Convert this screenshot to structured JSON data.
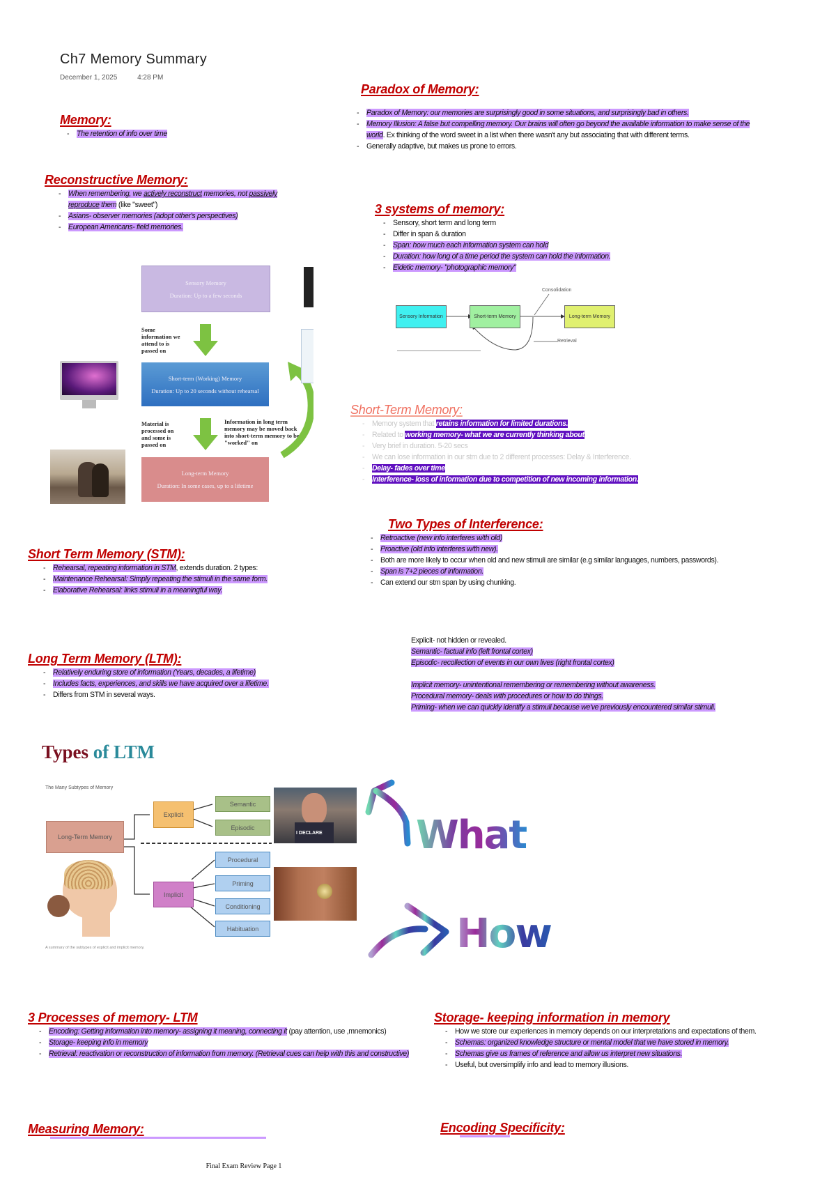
{
  "page": {
    "title": "Ch7 Memory Summary",
    "date": "December 1, 2025",
    "time": "4:28 PM",
    "footer": "Final Exam Review Page 1"
  },
  "highlight_colors": {
    "light": "#cc99ff",
    "dark": "#6010c0",
    "heading": "#c00000"
  },
  "sections": {
    "memory": {
      "heading": "Memory:",
      "items": [
        [
          [
            "The retention of info over time",
            "hl"
          ]
        ]
      ]
    },
    "reconstructive": {
      "heading": "Reconstructive Memory:",
      "items": [
        [
          [
            "When remembering, we ",
            "hl"
          ],
          [
            "actively reconstruct",
            "hlu"
          ],
          [
            " memories, not ",
            "hl"
          ],
          [
            "passively reproduce",
            "hlu"
          ],
          [
            " them",
            "hl"
          ],
          [
            " (like \"sweet\")",
            "plain"
          ]
        ],
        [
          [
            "Asians- observer memories (adopt other's perspectives)",
            "hl"
          ]
        ],
        [
          [
            "European Americans- field memories.",
            "hl"
          ]
        ]
      ]
    },
    "paradox": {
      "heading": "Paradox of Memory:",
      "items": [
        [
          [
            "Paradox of Memory: our memories are surprisingly good in some situations, and surprisingly bad in others.",
            "hl"
          ]
        ],
        [
          [
            "Memory Illusion: A false but compelling memory. Our brains will often go beyond the available information to make sense of the world",
            "hl"
          ],
          [
            ". Ex thinking of the word sweet in a list when there wasn't any but associating that with different terms.",
            "plain"
          ]
        ],
        [
          [
            "Generally adaptive, but makes us prone to errors.",
            "plain"
          ]
        ]
      ]
    },
    "systems": {
      "heading": "3 systems of memory:",
      "items": [
        [
          [
            "Sensory, short term and long term",
            "plain"
          ]
        ],
        [
          [
            "Differ in span & duration",
            "plain"
          ]
        ],
        [
          [
            "Span: how much each information system can hold",
            "hl"
          ]
        ],
        [
          [
            "Duration: how long of a time period the system can hold the information.",
            "hl"
          ]
        ],
        [
          [
            "Eidetic memory- \"photographic memory\"",
            "hl"
          ]
        ]
      ]
    },
    "stm_faded": {
      "heading": "Short-Term Memory:",
      "items": [
        [
          [
            "Memory system that ",
            "faded"
          ],
          [
            "retains information for limited durations.",
            "dark"
          ]
        ],
        [
          [
            "Related to ",
            "faded"
          ],
          [
            "working memory- what we are currently thinking about",
            "dark"
          ]
        ],
        [
          [
            "Very brief in duration. 5-20 secs",
            "faded"
          ]
        ],
        [
          [
            "We can lose information in our stm due to 2 different processes: Delay & Interference.",
            "faded"
          ]
        ],
        [
          [
            "Delay- fades over time",
            "dark"
          ]
        ],
        [
          [
            "Interference- loss of information due to competition of new incoming information.",
            "dark"
          ]
        ]
      ]
    },
    "interference": {
      "heading": "Two Types of Interference:",
      "items": [
        [
          [
            "Retroactive (new info interferes w/th old)",
            "hl"
          ]
        ],
        [
          [
            " Proactive (old info  interferes w/th new).",
            "hl"
          ]
        ],
        [
          [
            "Both are more likely to occur when old and new stimuli are similar (e.g similar languages, numbers, passwords).",
            "plain"
          ]
        ],
        [
          [
            "Span is 7+2 pieces of information.",
            "hl"
          ]
        ],
        [
          [
            "Can extend our stm span by using chunking.",
            "plain"
          ]
        ]
      ]
    },
    "explicit": {
      "heading": "",
      "items": [
        [
          [
            "Explicit- not hidden or revealed.",
            "plain"
          ]
        ],
        [
          [
            "Semantic- factual info (left frontal cortex)",
            "hl"
          ]
        ],
        [
          [
            "Episodic- recollection of events in our own lives (right frontal cortex)",
            "hl"
          ]
        ],
        [
          [
            "Implicit memory- unintentional remembering or remembering without awareness.",
            "hl"
          ]
        ],
        [
          [
            "Procedural memory- deals with procedures or how to do things.",
            "hl"
          ]
        ],
        [
          [
            "Priming- when we can quickly identify a stimuli because we've previously encountered similar stimuli.",
            "hl"
          ]
        ]
      ]
    },
    "stm": {
      "heading": "Short Term Memory (STM):",
      "items": [
        [
          [
            "Rehearsal, repeating information in STM",
            "hl"
          ],
          [
            ", extends duration. 2 types:",
            "plain"
          ]
        ],
        [
          [
            "Maintenance Rehearsal: Simply repeating the stimuli in the same form.",
            "hl"
          ]
        ],
        [
          [
            "Elaborative Rehearsal: links stimuli in a meaningful way.",
            "hl"
          ]
        ]
      ]
    },
    "ltm": {
      "heading": "Long Term Memory (LTM):",
      "items": [
        [
          [
            "Relatively enduring store of information (Years, decades, a lifetime)",
            "hl"
          ]
        ],
        [
          [
            "Includes facts, experiences, and skills we have acquired over a lifetime.",
            "hl"
          ]
        ],
        [
          [
            "Differs from STM in several ways.",
            "plain"
          ]
        ]
      ]
    },
    "processes": {
      "heading": "3 Processes of memory- LTM",
      "items": [
        [
          [
            "Encoding: Getting information into memory- assigning it meaning, connecting it",
            "hl"
          ],
          [
            " (pay attention, use ,mnemonics)",
            "plain"
          ]
        ],
        [
          [
            "Storage- keeping info in memory",
            "hl"
          ]
        ],
        [
          [
            " Retrieval: reactivation or reconstruction of information from memory. (Retrieval cues can help with this and constructive)",
            "hl"
          ]
        ]
      ]
    },
    "storage": {
      "heading": "Storage- keeping information in memory",
      "items": [
        [
          [
            "How we store our experiences in memory depends on our interpretations and expectations of them.",
            "plain"
          ]
        ],
        [
          [
            "Schemas: organized knowledge structure or mental model that we have stored in memory.",
            "hl"
          ]
        ],
        [
          [
            "Schemas give us frames of reference and allow us interpret new situations.",
            "hl"
          ]
        ],
        [
          [
            "Useful, but oversimplify info and lead to memory illusions.",
            "plain"
          ]
        ]
      ]
    },
    "measuring": {
      "heading": "Measuring Memory:",
      "items": []
    },
    "encoding": {
      "heading": "Encoding Specificity:",
      "items": []
    }
  },
  "flow_diagram": {
    "sensory_title": "Sensory Memory",
    "sensory_duration": "Duration: Up to a few seconds",
    "arrow1_label": "Some information we attend to is passed on",
    "stm_title": "Short-term (Working) Memory",
    "stm_duration": "Duration: Up to 20 seconds without rehearsal",
    "arrow2_label": "Material is processed on and some is passed on",
    "return_label": "Information in long term memory may be moved back into short-term memory to be \"worked\" on",
    "ltm_title": "Long-term Memory",
    "ltm_duration": "Duration: In some cases, up to a lifetime"
  },
  "systems_diagram": {
    "sensory": "Sensory Information",
    "stm": "Short-term Memory",
    "ltm": "Long-term Memory",
    "consolidation": "Consolidation",
    "retrieval": "Retrieval",
    "colors": {
      "sensory": "#40f0f0",
      "stm": "#a0f0a0",
      "ltm": "#e0f070"
    }
  },
  "ltm_types": {
    "title_a": "Types",
    "title_b": "of LTM",
    "subtitle": "The Many Subtypes of Memory",
    "root": "Long-Term Memory",
    "explicit": "Explicit",
    "implicit": "Implicit",
    "semantic": "Semantic",
    "episodic": "Episodic",
    "procedural": "Procedural",
    "priming": "Priming",
    "conditioning": "Conditioning",
    "habituation": "Habituation",
    "caption": "A summary of the subtypes of explicit and implicit memory.",
    "meme_caption": "I DECLARE"
  },
  "ink": {
    "what": "What",
    "how": "How"
  }
}
